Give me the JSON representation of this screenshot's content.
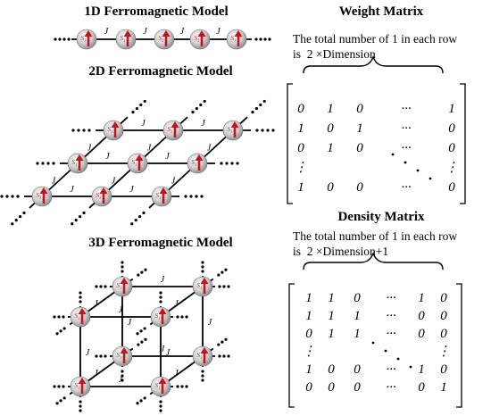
{
  "titles": {
    "model_1d": "1D Ferromagnetic Model",
    "model_2d": "2D Ferromagnetic Model",
    "model_3d": "3D Ferromagnetic Model",
    "weight": "Weight Matrix",
    "density": "Density Matrix"
  },
  "coupling_label": "J",
  "spin_label": "S",
  "spin_subscript": "i",
  "ellipsis": "···",
  "vdots": "⋮",
  "weight_note": {
    "line1": "The total number of 1 in each row",
    "line2": "is  2 ×Dimension"
  },
  "density_note": {
    "line1": "The total number of 1 in each row",
    "line2": "is  2 ×Dimension+1"
  },
  "weight_matrix_rows": [
    [
      "0",
      "1",
      "0",
      "···",
      "1"
    ],
    [
      "1",
      "0",
      "1",
      "···",
      "0"
    ],
    [
      "0",
      "1",
      "0",
      "···",
      "0"
    ],
    [
      "⋮",
      "",
      "",
      "",
      "⋮"
    ],
    [
      "1",
      "0",
      "0",
      "···",
      "0"
    ]
  ],
  "density_matrix_rows": [
    [
      "1",
      "1",
      "0",
      "···",
      "1",
      "0"
    ],
    [
      "1",
      "1",
      "1",
      "···",
      "0",
      "0"
    ],
    [
      "0",
      "1",
      "1",
      "···",
      "0",
      "0"
    ],
    [
      "⋮",
      "",
      "",
      "",
      "",
      "⋮"
    ],
    [
      "1",
      "0",
      "0",
      "···",
      "1",
      "0"
    ],
    [
      "0",
      "0",
      "0",
      "···",
      "0",
      "1"
    ]
  ],
  "colors": {
    "arrow": "#c0161e",
    "sphere_light": "#f4f4f4",
    "sphere_dark": "#8f8f8f",
    "line": "#000000"
  }
}
